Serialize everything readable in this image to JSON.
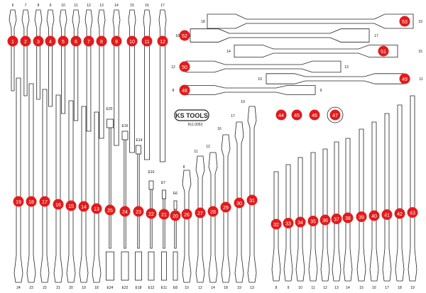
{
  "colors": {
    "background": "#ffffff",
    "outline": "#222222",
    "badge_fill": "#e21b1b",
    "badge_text": "#ffffff",
    "label_text": "#111111"
  },
  "logo": {
    "brand": "KS TOOLS",
    "article_number": "811.0053"
  },
  "top_size_labels": [
    "6",
    "7",
    "8",
    "9",
    "10",
    "11",
    "12",
    "13",
    "14",
    "15",
    "16",
    "17"
  ],
  "top_badges": [
    "1",
    "2",
    "3",
    "4",
    "5",
    "6",
    "7",
    "8",
    "9",
    "10",
    "11",
    "12"
  ],
  "lower_badges": [
    "19",
    "18",
    "17",
    "16",
    "15",
    "14",
    "13",
    "25",
    "24",
    "23",
    "22",
    "21",
    "20",
    "26",
    "27",
    "28",
    "29",
    "30",
    "31"
  ],
  "right_badges": [
    "32",
    "33",
    "34",
    "35",
    "36",
    "37",
    "38",
    "39",
    "40",
    "41",
    "42",
    "43"
  ],
  "bottom_left_labels": [
    "24",
    "23",
    "22",
    "21",
    "20",
    "19",
    "18",
    "E24",
    "E22",
    "E18",
    "E12",
    "E11",
    "E8",
    "10",
    "12",
    "14",
    "18",
    "19",
    "13"
  ],
  "bottom_right_labels": [
    "8",
    "9",
    "10",
    "11",
    "12",
    "13",
    "14",
    "15",
    "16",
    "17",
    "18",
    "19"
  ],
  "e_labels": [
    "E20",
    "E16",
    "E14",
    "E10",
    "E7",
    "E6"
  ],
  "step_labels": [
    "8",
    "11",
    "12",
    "16",
    "17",
    "19"
  ],
  "extension_bars": [
    {
      "badge": "53",
      "left_label": "18",
      "right_label": "19"
    },
    {
      "badge": "52",
      "left_label": "16",
      "right_label": "17"
    },
    {
      "badge": "51",
      "left_label": "14",
      "right_label": "15"
    },
    {
      "badge": "50",
      "left_label": "12",
      "right_label": "13"
    },
    {
      "badge": "49",
      "left_label": "10",
      "right_label": "11"
    },
    {
      "badge": "48",
      "left_label": "8",
      "right_label": "9"
    }
  ],
  "small_badges": [
    "44",
    "45",
    "46",
    "47"
  ]
}
